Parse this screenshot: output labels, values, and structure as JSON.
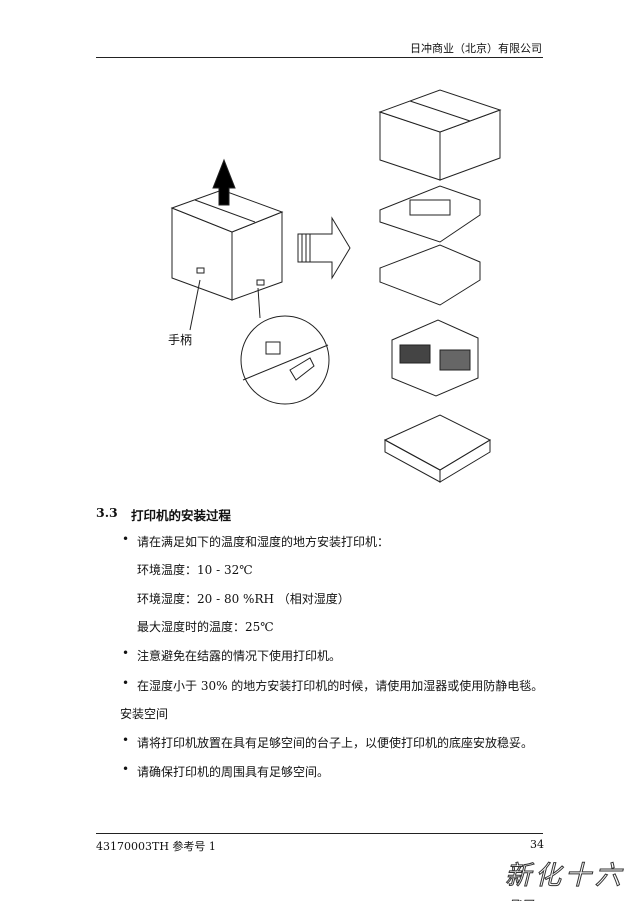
{
  "header": {
    "company": "日冲商业（北京）有限公司"
  },
  "figure": {
    "handle_label": "手柄"
  },
  "section": {
    "number": "3.3",
    "title": "打印机的安装过程"
  },
  "body": {
    "bullet1": "请在满足如下的温度和湿度的地方安装打印机：",
    "env_temp": "环境温度：10 - 32℃",
    "env_humidity": "环境湿度：20 - 80 %RH  （相对湿度）",
    "max_humidity_temp": "最大湿度时的温度：25℃",
    "bullet2": "注意避免在结露的情况下使用打印机。",
    "bullet3": "在湿度小于 30% 的地方安装打印机的时候，请使用加湿器或使用防静电毯。",
    "subheading": "安装空间",
    "bullet4": "请将打印机放置在具有足够空间的台子上，以便使打印机的底座安放稳妥。",
    "bullet5": "请确保打印机的周围具有足够空间。"
  },
  "footer": {
    "doc_ref": "43170003TH  参考号  1",
    "page_number": "34"
  },
  "watermark": "新化十六腿"
}
